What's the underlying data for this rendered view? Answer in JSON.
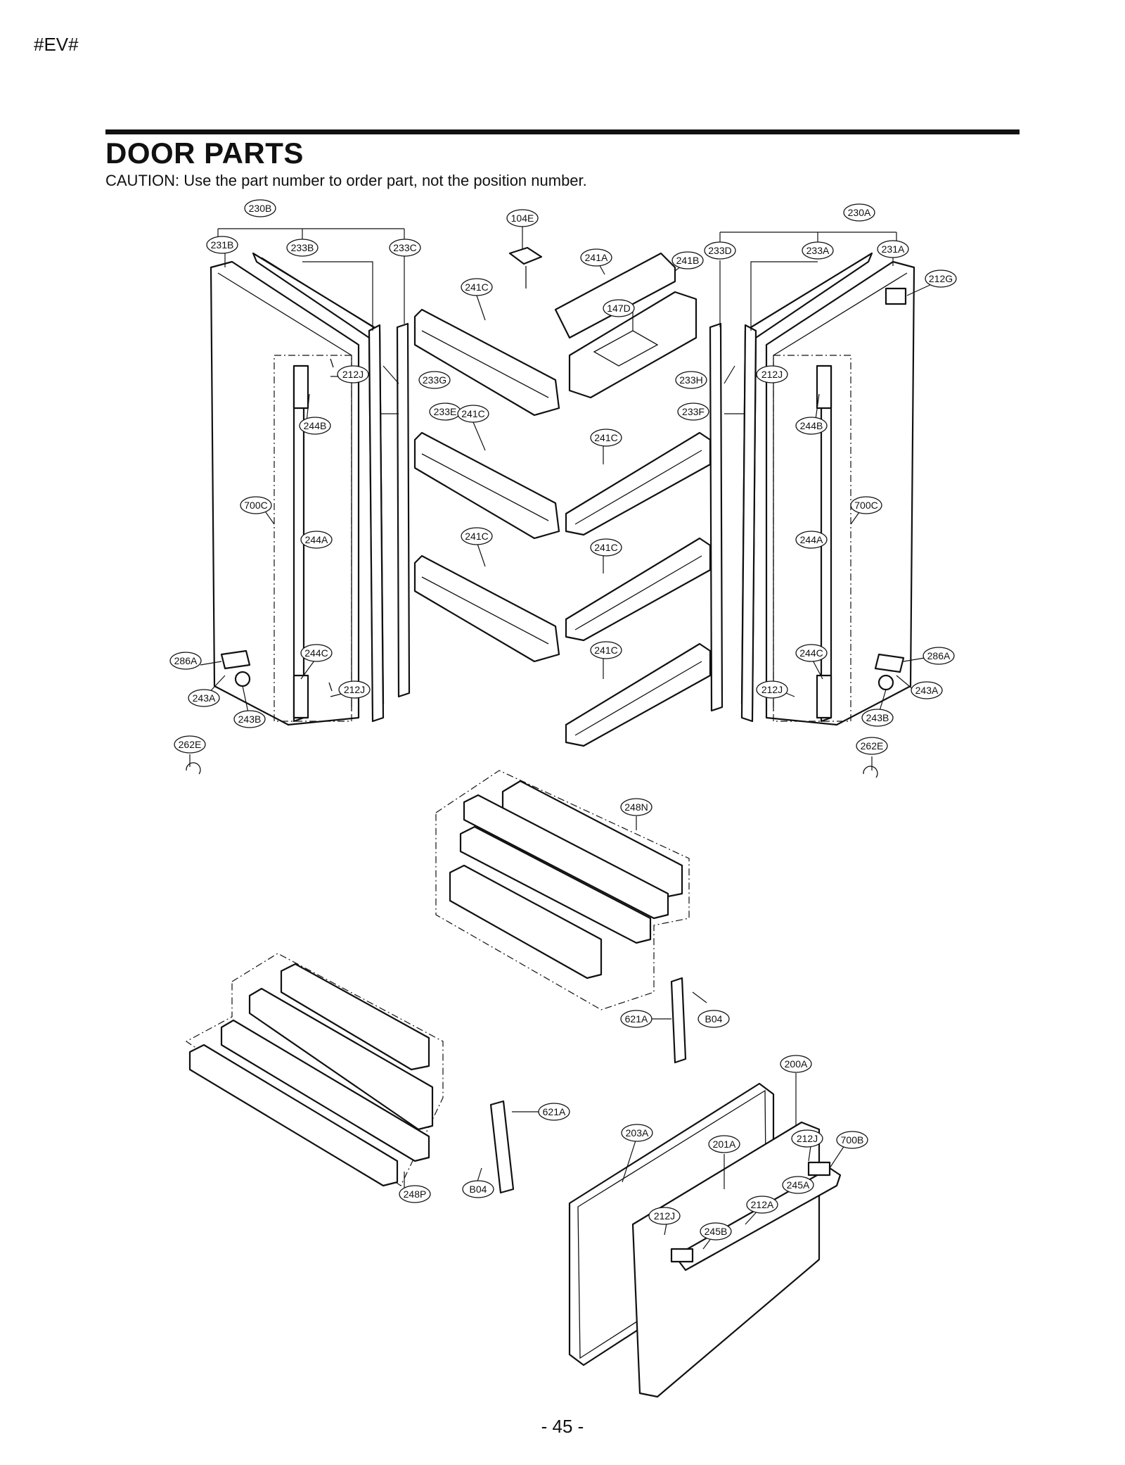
{
  "header_code": "#EV#",
  "title": "DOOR PARTS",
  "caution": "CAUTION: Use the part number to order part, not the position number.",
  "page_number": "- 45 -",
  "callouts": [
    "230B",
    "231B",
    "233B",
    "233C",
    "104E",
    "241A",
    "241B",
    "233D",
    "230A",
    "233A",
    "231A",
    "212G",
    "241C",
    "147D",
    "212J",
    "233G",
    "233H",
    "212J",
    "233E",
    "241C",
    "233F",
    "244B",
    "241C",
    "244B",
    "700C",
    "700C",
    "244A",
    "241C",
    "241C",
    "244A",
    "286A",
    "244C",
    "241C",
    "244C",
    "286A",
    "212J",
    "212J",
    "243A",
    "243B",
    "243A",
    "243B",
    "262E",
    "262E",
    "248N",
    "621A",
    "B04",
    "200A",
    "621A",
    "203A",
    "201A",
    "212J",
    "700B",
    "245A",
    "212J",
    "212A",
    "245B",
    "248P",
    "B04"
  ]
}
